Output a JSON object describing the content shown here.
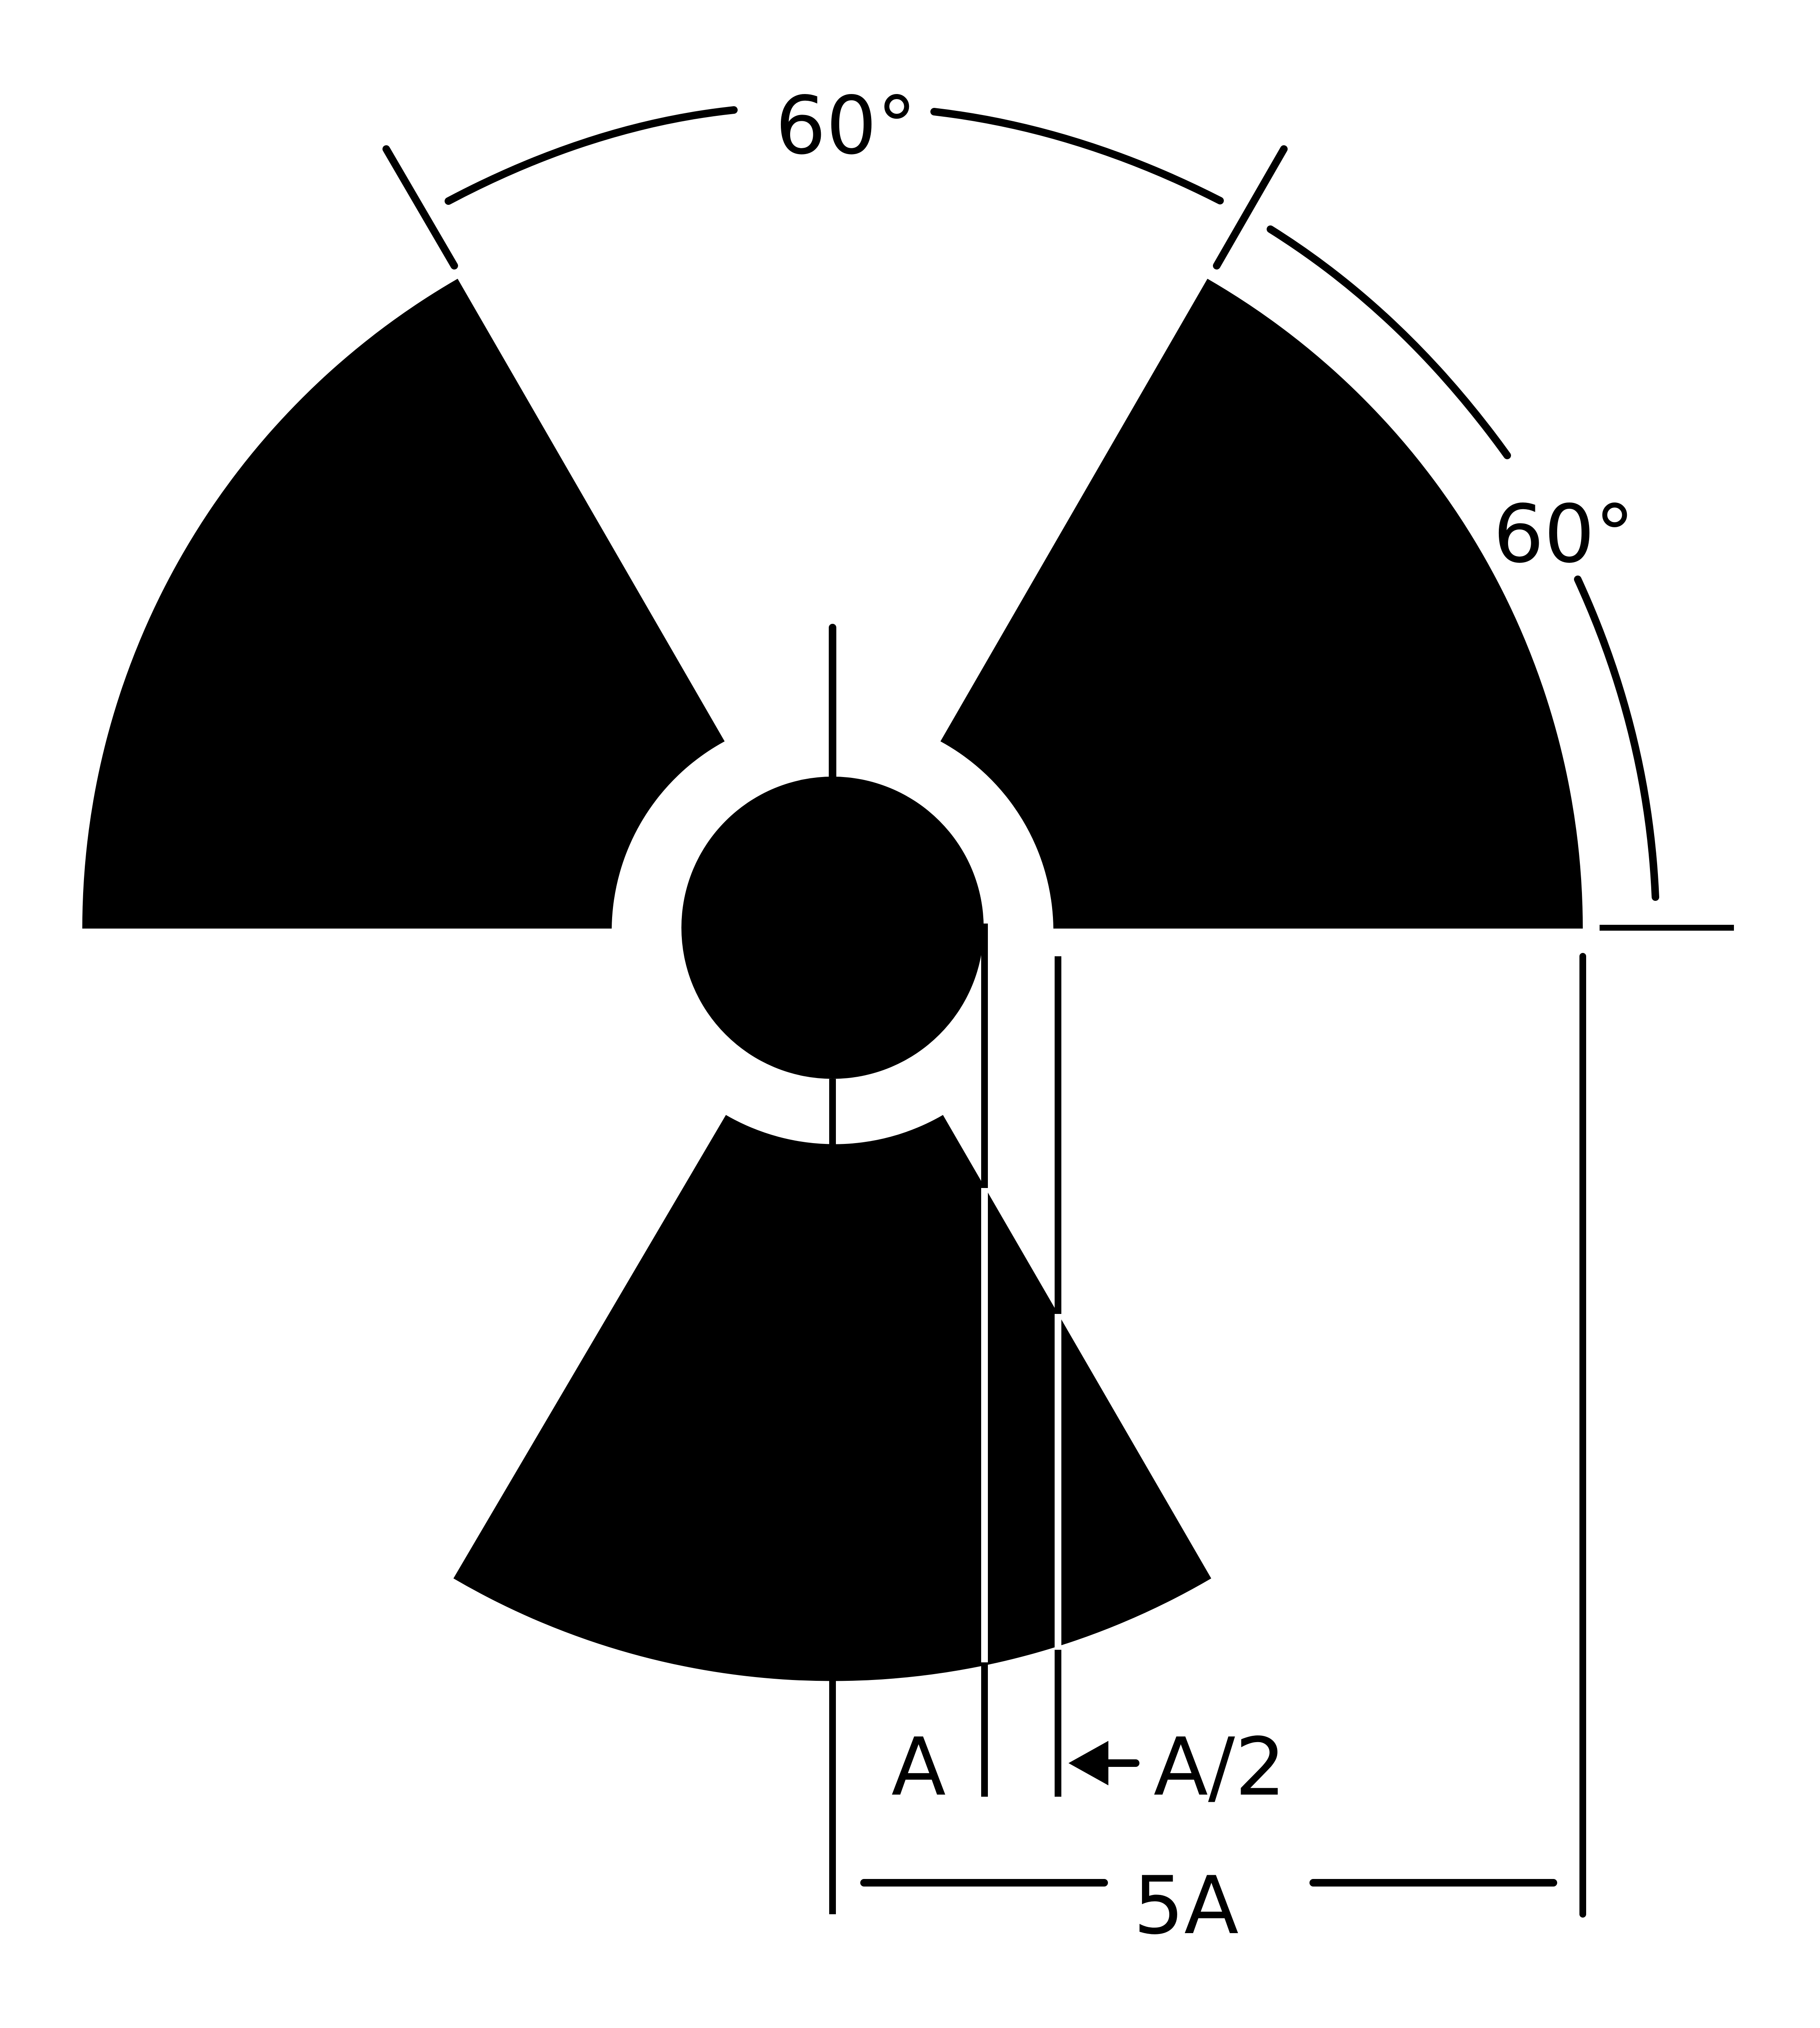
{
  "symbol": {
    "name": "radiation trefoil",
    "fill_color": "#000000",
    "background_color": "#ffffff"
  },
  "dimensions": {
    "angle_top_label": "60°",
    "angle_right_label": "60°",
    "center_radius_label": "A",
    "gap_label": "A/2",
    "outer_radius_label": "5A"
  }
}
